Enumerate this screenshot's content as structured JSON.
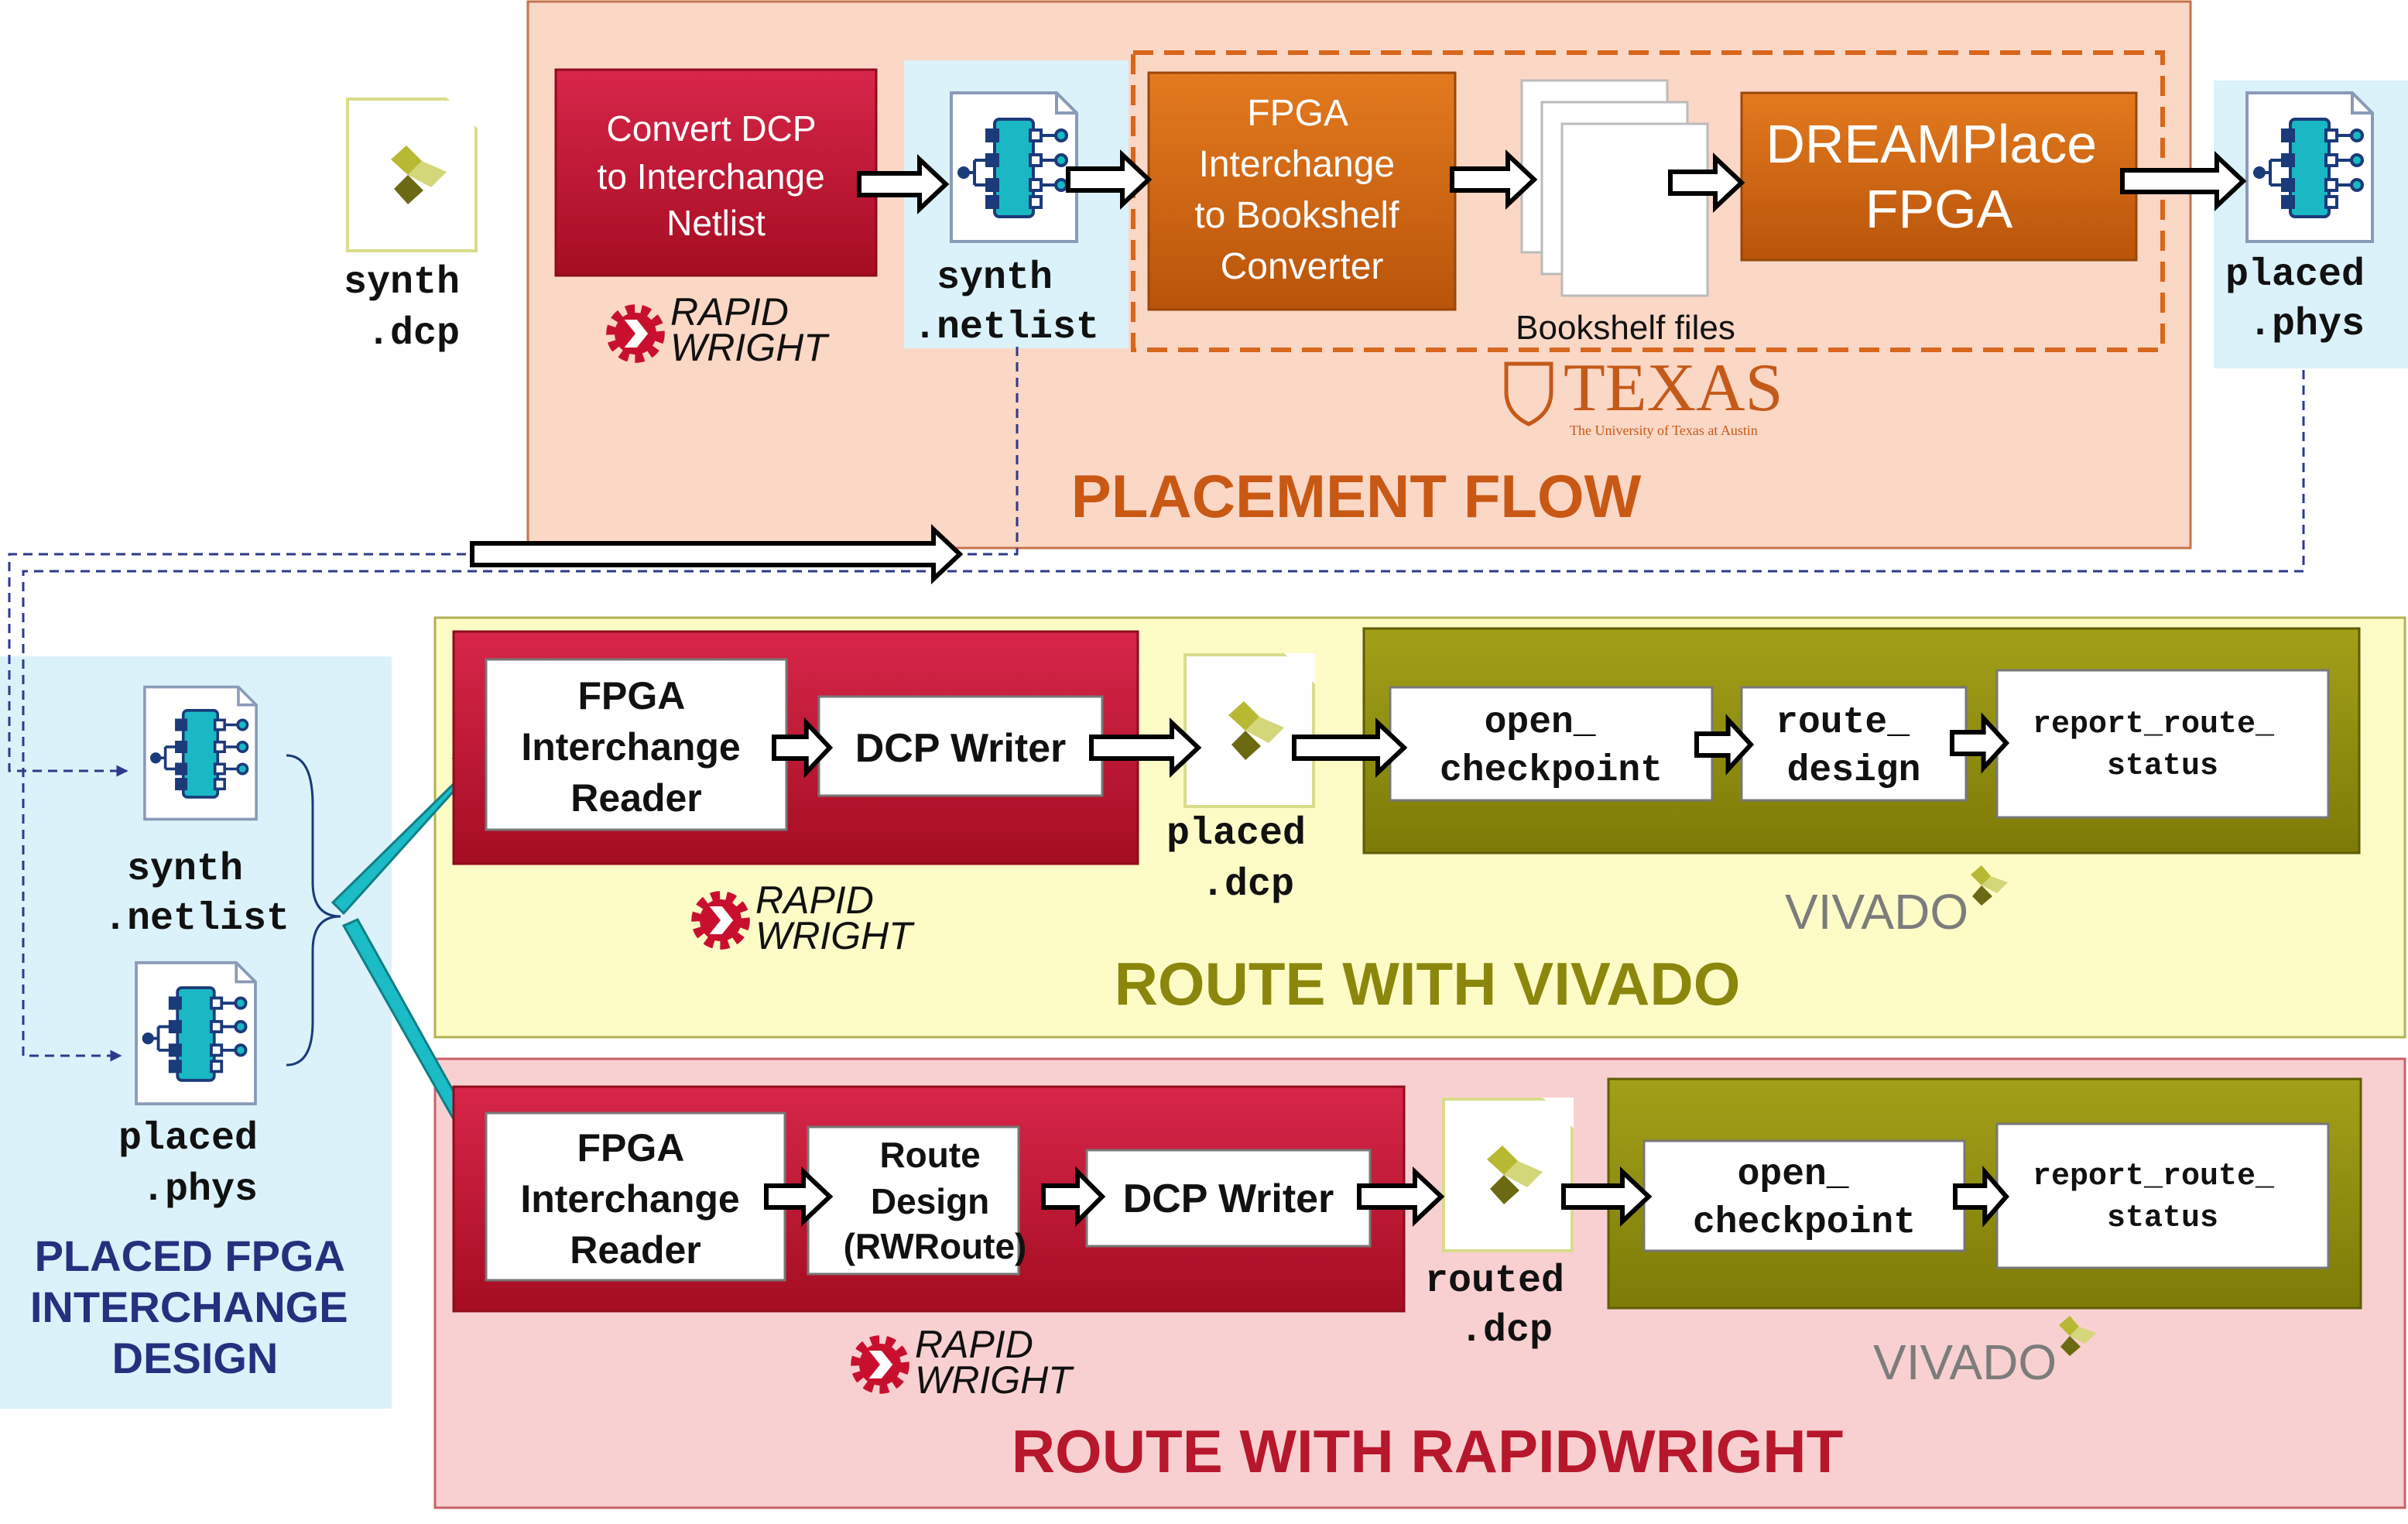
{
  "placement_flow": {
    "section_title": "PLACEMENT FLOW",
    "synth_dcp_label": [
      "synth",
      ".dcp"
    ],
    "convert_box_label": [
      "Convert DCP",
      "to Interchange",
      "Netlist"
    ],
    "synth_netlist_label": [
      "synth",
      ".netlist"
    ],
    "converter_box_label": [
      "FPGA",
      "Interchange",
      "to Bookshelf",
      "Converter"
    ],
    "bookshelf_files_label": "Bookshelf files",
    "dreamplace_box_label": [
      "DREAMPlace",
      "FPGA"
    ],
    "placed_phys_label": [
      "placed",
      ".phys"
    ],
    "texas_logo": {
      "name": "TEXAS",
      "tagline": "The University of Texas at Austin"
    }
  },
  "placed_design": {
    "section_title": [
      "PLACED FPGA",
      "INTERCHANGE",
      "DESIGN"
    ],
    "synth_netlist_label": [
      "synth",
      ".netlist"
    ],
    "placed_phys_label": [
      "placed",
      ".phys"
    ]
  },
  "route_vivado": {
    "section_title": "ROUTE WITH VIVADO",
    "reader_label": [
      "FPGA",
      "Interchange",
      "Reader"
    ],
    "dcp_writer_label": "DCP Writer",
    "placed_dcp_label": [
      "placed",
      ".dcp"
    ],
    "open_checkpoint_label": [
      "open_",
      "checkpoint"
    ],
    "route_design_label": [
      "route_",
      "design"
    ],
    "report_label": [
      "report_route_",
      "status"
    ]
  },
  "route_rapidwright": {
    "section_title": "ROUTE WITH RAPIDWRIGHT",
    "reader_label": [
      "FPGA",
      "Interchange",
      "Reader"
    ],
    "route_design_label": [
      "Route",
      "Design",
      "(RWRoute)"
    ],
    "dcp_writer_label": "DCP Writer",
    "routed_dcp_label": [
      "routed",
      ".dcp"
    ],
    "open_checkpoint_label": [
      "open_",
      "checkpoint"
    ],
    "report_label": [
      "report_route_",
      "status"
    ]
  },
  "logos": {
    "rapidwright": [
      "RAPID",
      "WRIGHT"
    ],
    "vivado": "VIVADO"
  },
  "colors": {
    "placement_bg": "#fbd7c6",
    "vivado_bg": "#fdfcc7",
    "rapidwright_bg": "#f9d0d1",
    "placed_design_bg": "#dcf2fa",
    "crimson": "#c0122e",
    "orange": "#d1620e",
    "olive": "#8c8a0c",
    "teal": "#1bbcc6",
    "section_title_orange": "#c85814",
    "section_title_olive": "#8a870c",
    "section_title_red": "#b7172c",
    "section_title_navy": "#25307f"
  }
}
